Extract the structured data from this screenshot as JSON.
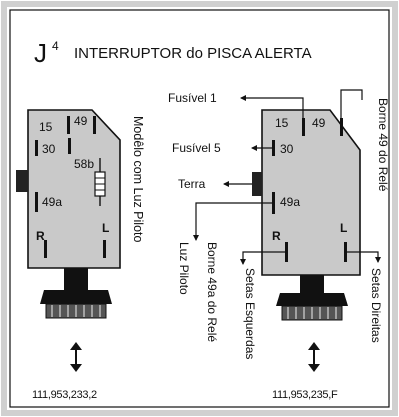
{
  "header": {
    "code": "J",
    "code_sup": "4",
    "title": "INTERRUPTOR do PISCA ALERTA"
  },
  "colors": {
    "frame": "#d0d0d0",
    "background": "#ffffff",
    "body": "#c9c9c9",
    "outline": "#111111",
    "resistor": "#ffffff"
  },
  "left_switch": {
    "caption": "Modêlo com Luz Piloto",
    "pins": {
      "p15": "15",
      "p49": "49",
      "p30": "30",
      "p58b": "58b",
      "p49a": "49a",
      "pR": "R",
      "pL": "L"
    },
    "part_number": "111,953,233,2",
    "icons": {
      "knob": "knob-icon",
      "arrow": "up-down-arrow-icon",
      "resistor": "resistor-icon"
    }
  },
  "right_switch": {
    "pins": {
      "p15": "15",
      "p49": "49",
      "p30": "30",
      "p49a": "49a",
      "pR": "R",
      "pL": "L"
    },
    "labels": {
      "fusivel1": "Fusível 1",
      "fusivel5": "Fusível 5",
      "terra": "Terra",
      "borne49_rele": "Borne 49 do Relé",
      "borne49a_rele": "Borne 49a do Relé",
      "luz_piloto": "Luz Piloto",
      "setas_esquerdas": "Setas Esquerdas",
      "setas_direitas": "Setas Direitas"
    },
    "part_number": "111,953,235,F",
    "icons": {
      "knob": "knob-icon",
      "arrow": "up-down-arrow-icon"
    }
  }
}
